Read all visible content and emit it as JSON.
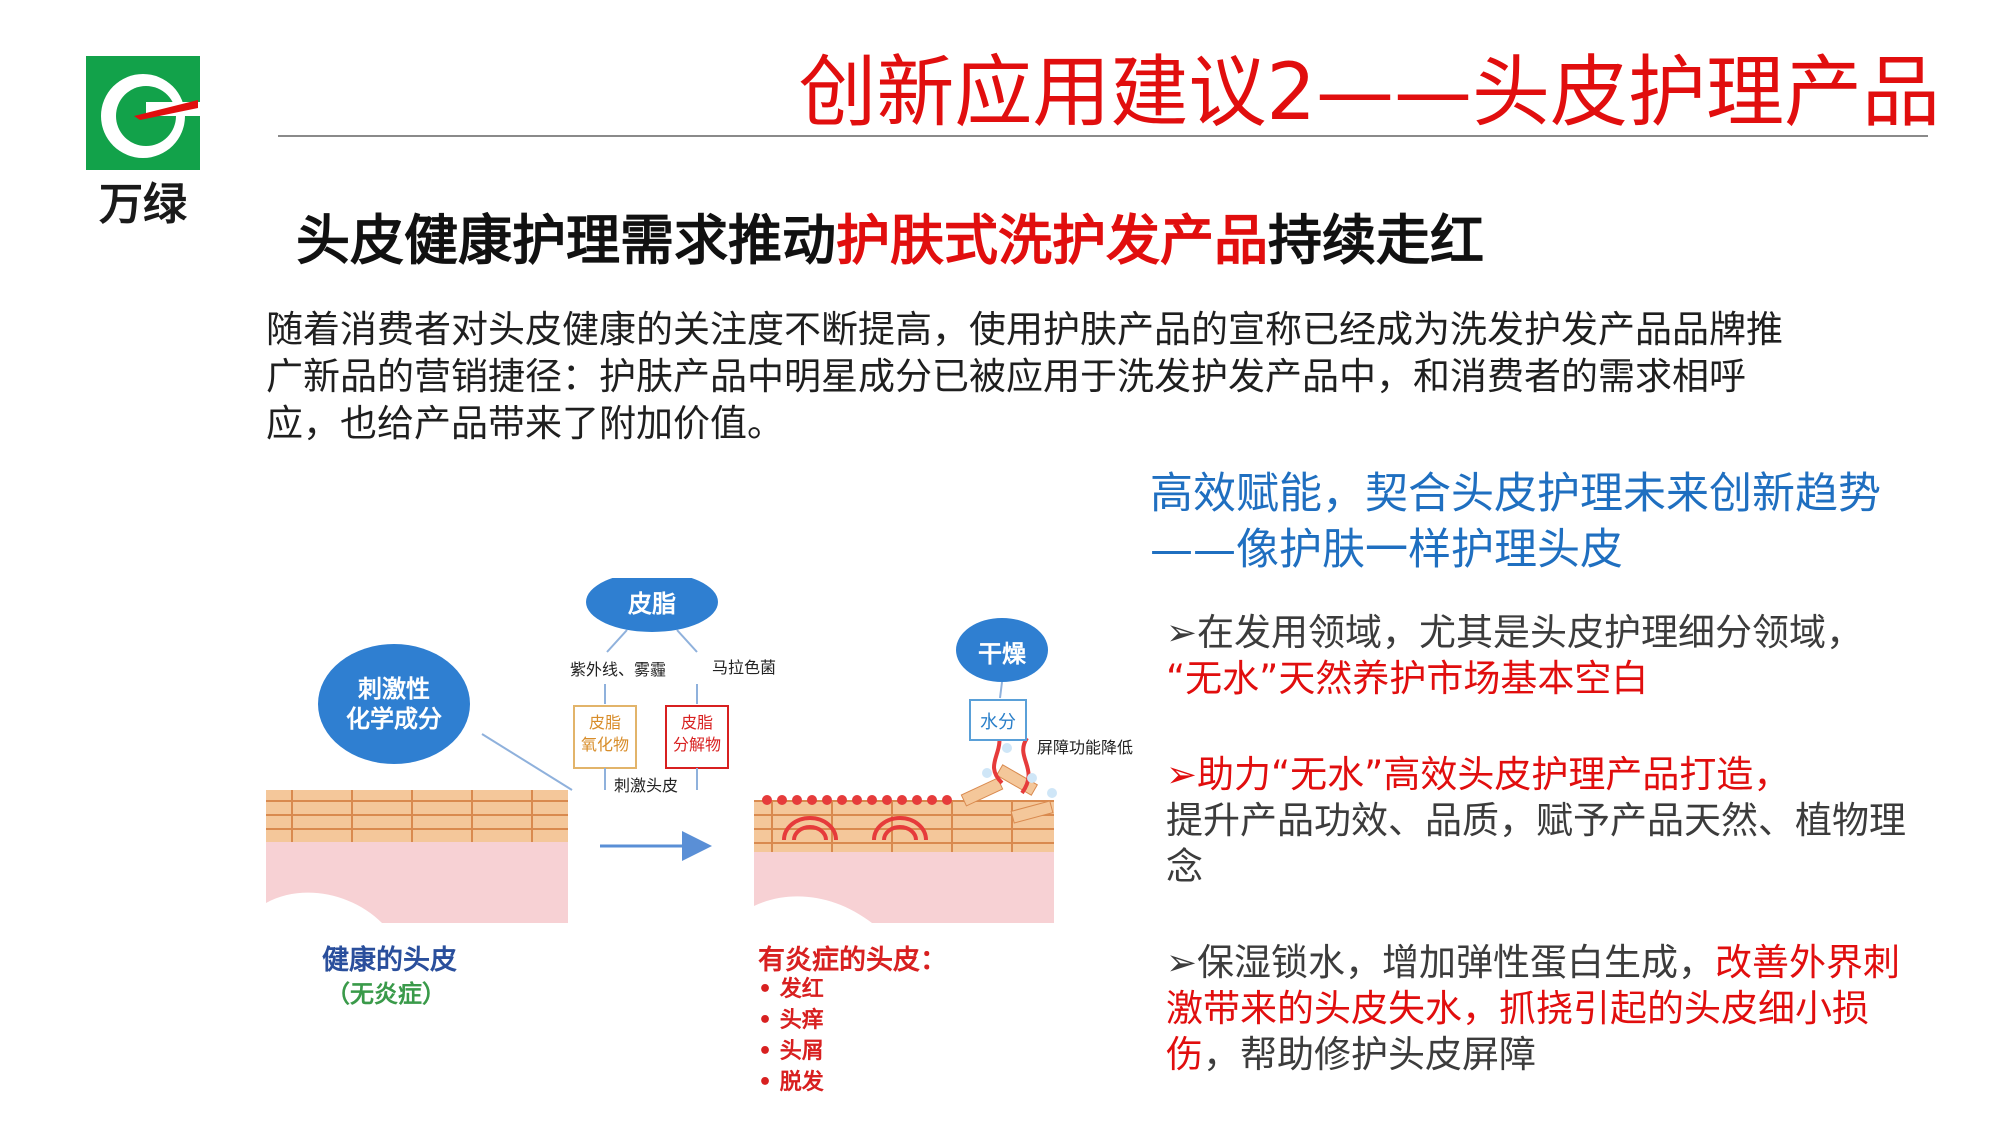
{
  "logo": {
    "text": "万绿",
    "colors": {
      "green": "#12a24a",
      "red": "#e10e0e"
    }
  },
  "header": {
    "title": "创新应用建议2——头皮护理产品"
  },
  "headline": {
    "part1": "头皮健康护理需求推动",
    "highlight": "护肤式洗护发产品",
    "part2": "持续走红"
  },
  "intro": "随着消费者对头皮健康的关注度不断提高，使用护肤产品的宣称已经成为洗发护发产品品牌推广新品的营销捷径：护肤产品中明星成分已被应用于洗发护发产品中，和消费者的需求相呼应，也给产品带来了附加价值。",
  "subheading": {
    "line1": "高效赋能，契合头皮护理未来创新趋势",
    "line2": "——像护肤一样护理头皮"
  },
  "bullets": [
    {
      "marker": "➢",
      "text": "在发用领域，尤其是头皮护理细分领域，",
      "highlight": "“无水”天然养护市场基本空白"
    },
    {
      "marker": "➢",
      "highlight": "助力“无水”高效头皮护理产品打造，",
      "text": "提升产品功效、品质，赋予产品天然、植物理念"
    },
    {
      "marker": "➢",
      "text": "保湿锁水，增加弹性蛋白生成，",
      "highlight": "改善外界刺激带来的头皮失水，抓挠引起的头皮细小损伤",
      "text2": "，帮助修护头皮屏障"
    }
  ],
  "diagram": {
    "sebum": "皮脂",
    "dry": "干燥",
    "irritant_line1": "刺激性",
    "irritant_line2": "化学成分",
    "uv": "紫外线、雾霾",
    "malassezia": "马拉色菌",
    "oxide_line1": "皮脂",
    "oxide_line2": "氧化物",
    "decomp_line1": "皮脂",
    "decomp_line2": "分解物",
    "water": "水分",
    "barrier": "屏障功能降低",
    "irritate_scalp": "刺激头皮",
    "healthy_title": "健康的头皮",
    "healthy_sub": "（无炎症）",
    "inflamed_title": "有炎症的头皮：",
    "symptoms": [
      "发红",
      "头痒",
      "头屑",
      "脱发"
    ],
    "colors": {
      "bubble": "#2f7fd1",
      "bubble_text": "#ffffff",
      "skin": "#f5ccd0",
      "layer": "#f4c79a",
      "label_red": "#d82020",
      "label_blue": "#2a4f9c"
    }
  }
}
